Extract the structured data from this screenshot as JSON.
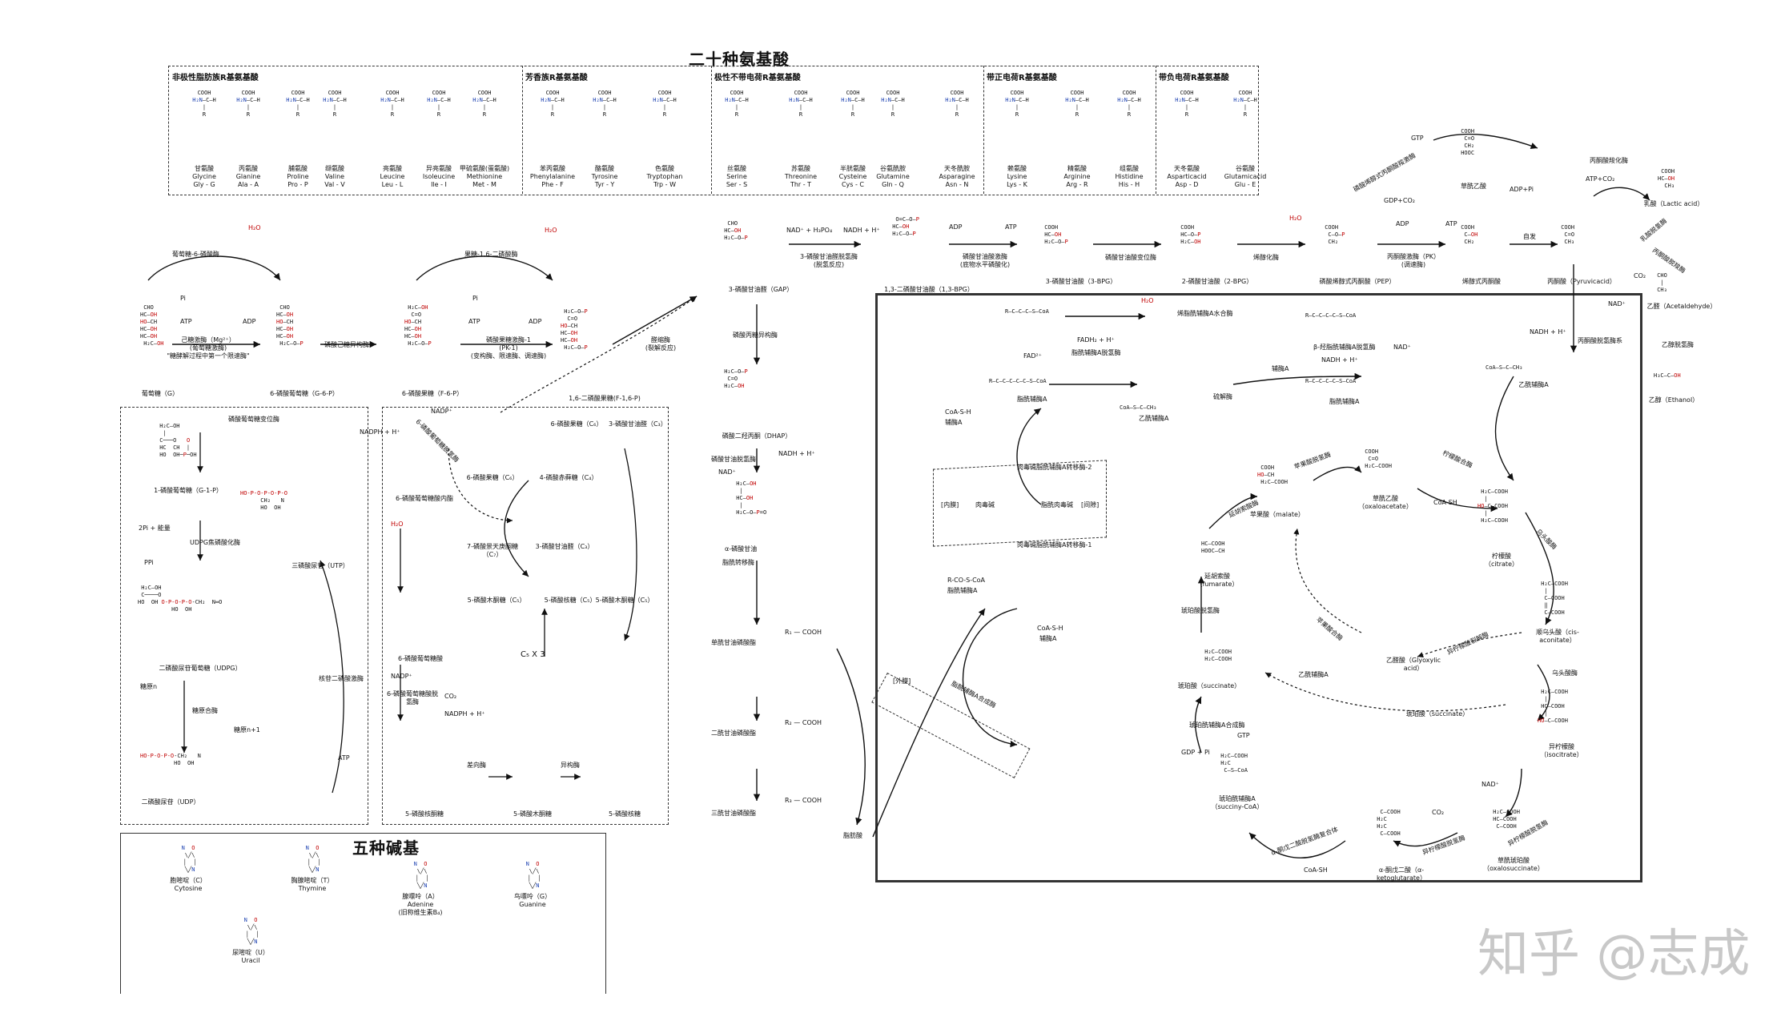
{
  "titles": {
    "amino_acids": "二十种氨基酸",
    "bases": "五种碱基"
  },
  "sections": [
    {
      "id": "nonpolar",
      "label": "非极性脂肪族R基氨基酸"
    },
    {
      "id": "aromatic",
      "label": "芳香族R基氨基酸"
    },
    {
      "id": "polar",
      "label": "极性不带电荷R基氨基酸"
    },
    {
      "id": "positive",
      "label": "带正电荷R基氨基酸"
    },
    {
      "id": "negative",
      "label": "带负电荷R基氨基酸"
    }
  ],
  "amino_acids": [
    {
      "cn": "甘氨酸",
      "en": "Glycine",
      "code": "Gly - G"
    },
    {
      "cn": "丙氨酸",
      "en": "Glanine",
      "code": "Ala - A"
    },
    {
      "cn": "脯氨酸",
      "en": "Proline",
      "code": "Pro - P"
    },
    {
      "cn": "缬氨酸",
      "en": "Valine",
      "code": "Val - V"
    },
    {
      "cn": "亮氨酸",
      "en": "Leucine",
      "code": "Leu - L"
    },
    {
      "cn": "异亮氨酸",
      "en": "Isoleucine",
      "code": "Ile - I"
    },
    {
      "cn": "甲硫氨酸(蛋氨酸)",
      "en": "Methionine",
      "code": "Met - M"
    },
    {
      "cn": "苯丙氨酸",
      "en": "Phenylalanine",
      "code": "Phe - F"
    },
    {
      "cn": "酪氨酸",
      "en": "Tyrosine",
      "code": "Tyr - Y"
    },
    {
      "cn": "色氨酸",
      "en": "Tryptophan",
      "code": "Trp - W"
    },
    {
      "cn": "丝氨酸",
      "en": "Serine",
      "code": "Ser - S"
    },
    {
      "cn": "苏氨酸",
      "en": "Threonine",
      "code": "Thr - T"
    },
    {
      "cn": "半胱氨酸",
      "en": "Cysteine",
      "code": "Cys - C"
    },
    {
      "cn": "谷氨酰胺",
      "en": "Glutamine",
      "code": "Gln - Q"
    },
    {
      "cn": "天冬酰胺",
      "en": "Asparagine",
      "code": "Asn - N"
    },
    {
      "cn": "赖氨酸",
      "en": "Lysine",
      "code": "Lys - K"
    },
    {
      "cn": "精氨酸",
      "en": "Arginine",
      "code": "Arg - R"
    },
    {
      "cn": "组氨酸",
      "en": "Histidine",
      "code": "His - H"
    },
    {
      "cn": "天冬氨酸",
      "en": "Asparticacid",
      "code": "Asp - D"
    },
    {
      "cn": "谷氨酸",
      "en": "Glutamicacid",
      "code": "Glu - E"
    }
  ],
  "bases": [
    {
      "cn": "胞嘧啶（C）",
      "en": "Cytosine"
    },
    {
      "cn": "胸腺嘧啶（T）",
      "en": "Thymine"
    },
    {
      "cn": "腺嘌呤（A）",
      "en": "Adenine",
      "note": "(旧称维生素B₄)"
    },
    {
      "cn": "鸟嘌呤（G）",
      "en": "Guanine"
    },
    {
      "cn": "尿嘧啶（U）",
      "en": "Uracil"
    }
  ],
  "glycolysis": {
    "glucose": "葡萄糖（G）",
    "g6p": "6-磷酸葡萄糖（G-6-P）",
    "f6p": "6-磷酸果糖（F-6-P）",
    "f16bp": "1,6-二磷酸果糖(F-1,6-P)",
    "gap": "3-磷酸甘油醛（GAP）",
    "bpg13": "1,3-二磷酸甘油酸（1,3-BPG）",
    "pg3": "3-磷酸甘油酸（3-BPG）",
    "pg2": "2-磷酸甘油酸（2-BPG）",
    "pep": "磷酸烯醇式丙酮酸（PEP）",
    "enolpyr": "烯醇式丙酮酸",
    "pyruvate": "丙酮酸（Pyruvicacid）",
    "oxalo": "草酰乙酸",
    "dhap": "磷酸二羟丙酮（DHAP）",
    "lactic": "乳酸（Lactic acid）",
    "acetaldehyde": "乙醛（Acetaldehyde）",
    "ethanol": "乙醇（Ethanol）",
    "acetylcoa": "乙酰辅酶A"
  },
  "enzymes": {
    "hexokinase": "己糖激酶（Mg²⁺）",
    "hexokinase2": "(葡萄糖激酶)",
    "hexokinase3": "\"糖酵解过程中第一个限速酶\"",
    "pgi": "磷酸己糖异构酶",
    "pfk": "磷酸果糖激酶-1",
    "pfk2": "(PK-1)",
    "pfk3": "(变构酶、限速酶、调速酶)",
    "aldolase": "醛缩酶",
    "aldolase2": "(裂解反应)",
    "tpi": "磷酸丙糖异构酶",
    "gapdh": "3-磷酸甘油醛脱氢酶",
    "gapdh2": "(脱氢反应)",
    "pgk": "磷酸甘油酸激酶",
    "pgk2": "(底物水平磷酸化)",
    "pgm": "磷酸甘油酸变位酶",
    "enolase": "烯醇化酶",
    "pk": "丙酮酸激酶（PK）",
    "pk2": "(调速酶)",
    "spont": "自发",
    "pc": "丙酮酸羧化酶",
    "pepck": "磷酸烯醇式丙酮酸羧激酶",
    "g6pase": "葡萄糖-6-磷酸酶",
    "fbpase": "果糖-1,6-二磷酸酶",
    "ldh": "乳酸脱氢酶",
    "pdc": "丙酮酸脱羧酶",
    "adh": "乙醇脱氢酶",
    "pdh": "丙酮酸脱氢酶系"
  },
  "ppp": {
    "g6p_dh": "6-磷酸葡萄糖脱氢酶",
    "lactone": "6-磷酸葡萄糖酸内酯",
    "gluconate": "6-磷酸葡萄糖酸",
    "g6pgdh": "6-磷酸葡萄糖酸脱氢酶",
    "ru5p": "5-磷酸核酮糖",
    "r5p": "5-磷酸核糖",
    "x5p": "5-磷酸木酮糖",
    "isomerase": "异构酶",
    "epimerase": "差向酶",
    "s7p": "7-磷酸景天庚酮糖（C₇）",
    "e4p": "4-磷酸赤藓糖（C₄）",
    "f6p": "6-磷酸果糖（C₆）",
    "g3p": "3-磷酸甘油醛（C₃）",
    "x5p2": "5-磷酸木酮糖（C₅）",
    "r5p2": "5-磷酸核糖（C₅）",
    "cx3": "C₅ X 3",
    "nadph": "NADPH + H⁺",
    "nadp": "NADP⁺",
    "co2": "CO₂",
    "h2o": "H₂O"
  },
  "glycogen": {
    "g1p": "1-磷酸葡萄糖（G-1-P）",
    "pgm": "磷酸葡萄糖变位酶",
    "udpg_ppase": "UDPG焦磷酸化酶",
    "utp": "三磷酸尿苷（UTP）",
    "udpg": "二磷酸尿苷葡萄糖（UDPG）",
    "udp": "二磷酸尿苷（UDP）",
    "gs": "糖原合酶",
    "glycogen_n": "糖原n",
    "glycogen_n1": "糖原n+1",
    "ndk": "核苷二磷酸激酶",
    "ppi": "PPi",
    "two_pi": "2Pi + 能量",
    "atp": "ATP"
  },
  "beta_ox": {
    "acylcoa": "脂酰辅酶A",
    "acyl_dh": "脂酰辅酶A脱氢酶",
    "enoyl_hydratase": "烯脂酰辅酶A水合酶",
    "hydroxy_dh": "β-羟脂酰辅酶A脱氢酶",
    "thiolase": "硫解酶",
    "acetylcoa": "乙酰辅酶A",
    "coash": "CoA-S-H",
    "coenzyme_a": "辅酶A",
    "transferase1": "肉毒碱脂酰辅酶A转移酶-1",
    "transferase2": "肉毒碱脂酰辅酶A转移酶-2",
    "carnitine": "肉毒碱",
    "acylcarnitine": "脂酰肉毒碱",
    "inner": "[内膜]",
    "intermembrane": "[间隙]",
    "outer": "[外膜]",
    "synthase": "脂酰辅酶A合成酶",
    "rcoscoa": "R-CO-S-CoA",
    "fad": "FAD²⁺",
    "fadh2": "FADH₂ + H⁺",
    "nad": "NAD⁺",
    "nadh": "NADH + H⁺"
  },
  "tca": {
    "citrate": "柠檬酸（citrate）",
    "cisaconitate": "顺乌头酸（cis-aconitate）",
    "isocitrate": "异柠檬酸（isocitrate）",
    "oxalosuccinate": "草酰琥珀酸（oxalosuccinate）",
    "akg": "α-酮戊二酸（α-ketoglutarate）",
    "succoa": "琥珀酰辅酶A（succiny-CoA）",
    "succinate": "琥珀酸（succinate）",
    "fumarate": "延胡索酸（fumarate）",
    "malate": "苹果酸（malate）",
    "oaa": "草酰乙酸（oxaloacetate）",
    "glyoxylate": "乙醛酸（Glyoxylic acid）",
    "succinate2": "琥珀酸（succinate）",
    "acetylcoa": "乙酰辅酶A",
    "cs": "柠檬酸合酶",
    "aconitase": "乌头酸酶",
    "idh": "异柠檬酸脱氢酶",
    "akgdh": "α-酮戊二酸脱氢酶复合体",
    "scs": "琥珀酰辅酶A合成酶",
    "sdh": "琥珀酸脱氢酶",
    "fumarase": "延胡索酸酶",
    "mdh": "苹果酸脱氢酶",
    "malate_synth": "苹果酸合酶",
    "icl": "异柠檬酸裂解酶",
    "gtp": "GTP",
    "gdp": "GDP + Pi",
    "coash": "CoA-SH",
    "co2": "CO₂"
  },
  "fat_synth": {
    "glycerol3p": "α-磷酸甘油",
    "g3pdh": "磷酸甘油脱氢酶",
    "lpa_acyl": "单酰甘油磷酸酯",
    "dag": "二酰甘油磷酸酯",
    "tag": "三酰甘油磷酸酯",
    "acyltransferase": "脂酰转移酶",
    "fatty_acid": "脂肪酸",
    "r1": "R₁ — COOH",
    "r2": "R₂ — COOH",
    "r3": "R₃ — COOH",
    "nadh": "NADH + H⁺",
    "nad": "NAD⁺"
  },
  "cofactors": {
    "h2o": "H₂O",
    "pi": "Pi",
    "atp": "ATP",
    "adp": "ADP",
    "nadp_h3po4": "NAD⁺ + H₃PO₄",
    "nadh": "NADH + H⁺",
    "gtp": "GTP",
    "gdp_co2": "GDP+CO₂",
    "atp_co2": "ATP+CO₂",
    "adp_pi": "ADP+Pi",
    "nad": "NAD⁺",
    "co2": "CO₂"
  },
  "watermark": "知乎 @志成"
}
